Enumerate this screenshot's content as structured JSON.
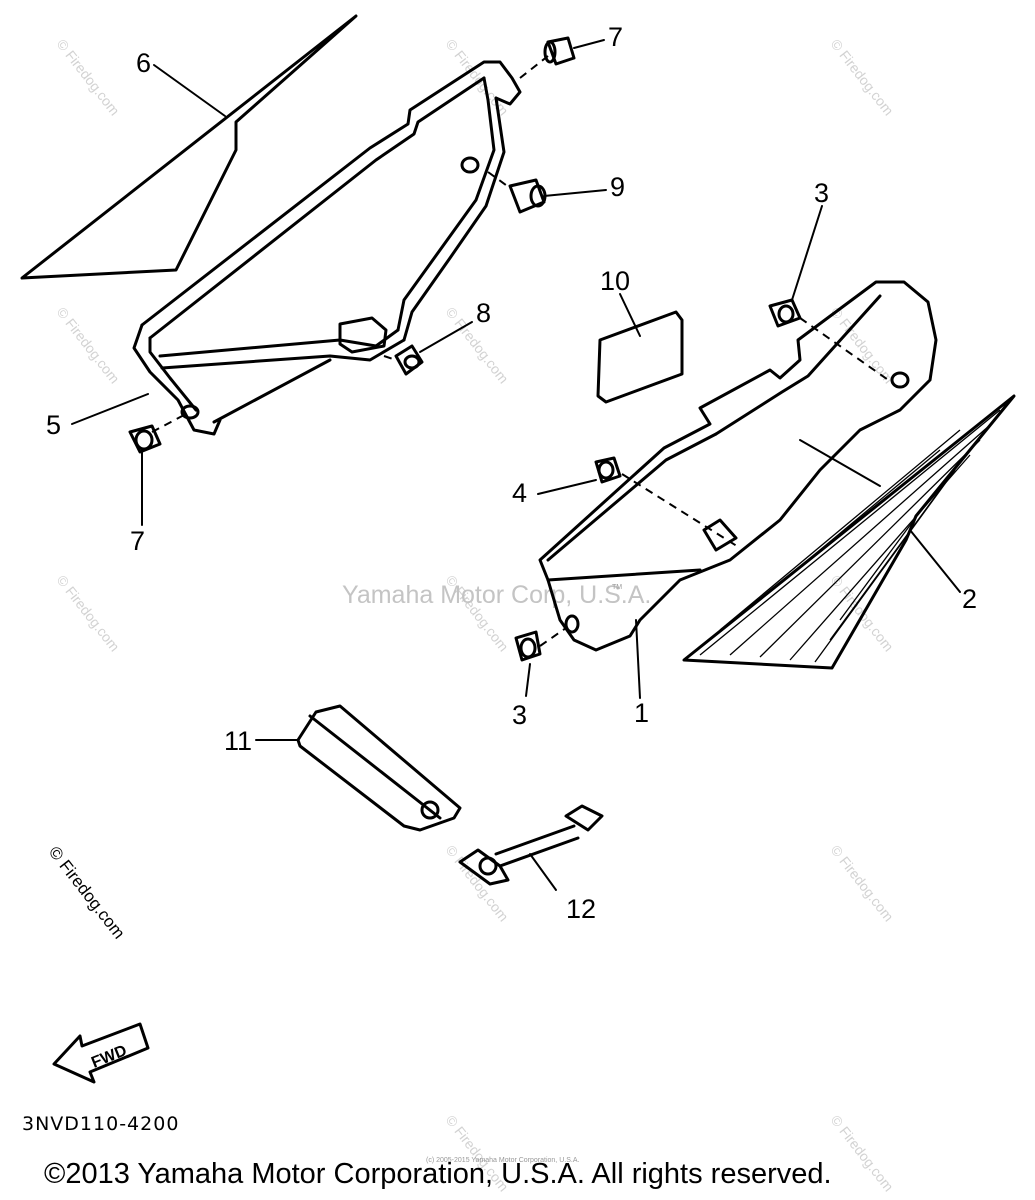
{
  "parts": [
    {
      "id": "part-1",
      "label": "1"
    },
    {
      "id": "part-2",
      "label": "2"
    },
    {
      "id": "part-3a",
      "label": "3"
    },
    {
      "id": "part-3b",
      "label": "3"
    },
    {
      "id": "part-4",
      "label": "4"
    },
    {
      "id": "part-5",
      "label": "5"
    },
    {
      "id": "part-6",
      "label": "6"
    },
    {
      "id": "part-7a",
      "label": "7"
    },
    {
      "id": "part-7b",
      "label": "7"
    },
    {
      "id": "part-8",
      "label": "8"
    },
    {
      "id": "part-9",
      "label": "9"
    },
    {
      "id": "part-10",
      "label": "10"
    },
    {
      "id": "part-11",
      "label": "11"
    },
    {
      "id": "part-12",
      "label": "12"
    }
  ],
  "watermark": {
    "repeated": "© Firedog.com",
    "center": "Yamaha Motor Corp, U.S.A.",
    "tm": "TM",
    "side": "© Firedog.com"
  },
  "fwd_label": "FWD",
  "diagram_code": "3NVD110-4200",
  "small_notice": "(c) 2005-2015 Yamaha Motor Corporation, U.S.A.",
  "copyright": "©2013 Yamaha Motor Corporation, U.S.A. All rights reserved."
}
